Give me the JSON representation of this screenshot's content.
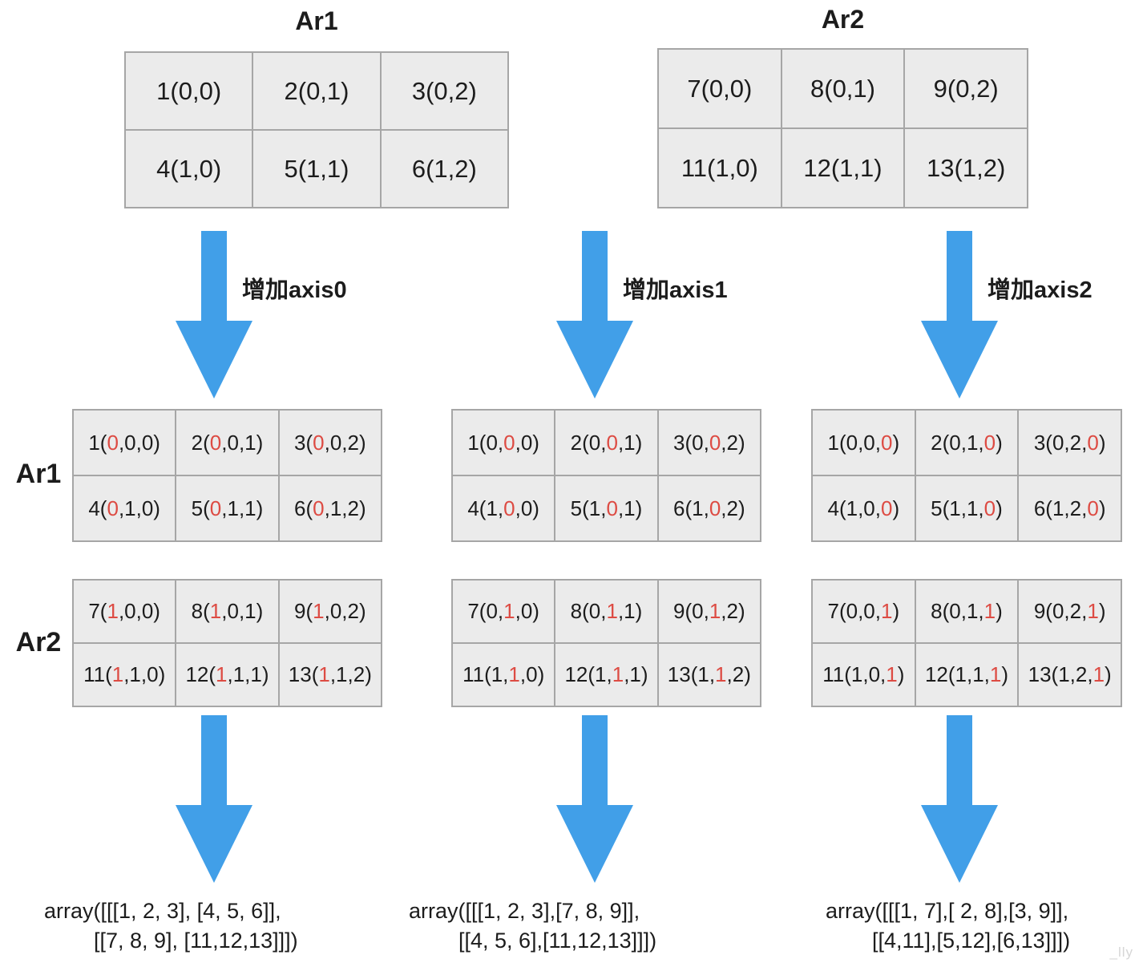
{
  "titles": {
    "ar1": "Ar1",
    "ar2": "Ar2"
  },
  "row_labels": {
    "ar1": "Ar1",
    "ar2": "Ar2"
  },
  "arrow_labels": [
    "增加axis0",
    "增加axis1",
    "增加axis2"
  ],
  "colors": {
    "arrow_blue": "#419fe8",
    "cell_background": "#ebebeb",
    "cell_border": "#a6a6a6",
    "highlight_red": "#dd4b43",
    "text_black": "#1c1c1c"
  },
  "tables": {
    "top_ar1": {
      "rows": [
        [
          "1(0,0)",
          "2(0,1)",
          "3(0,2)"
        ],
        [
          "4(1,0)",
          "5(1,1)",
          "6(1,2)"
        ]
      ]
    },
    "top_ar2": {
      "rows": [
        [
          "7(0,0)",
          "8(0,1)",
          "9(0,2)"
        ],
        [
          "11(1,0)",
          "12(1,1)",
          "13(1,2)"
        ]
      ]
    },
    "axis0_ar1": {
      "rows": [
        [
          {
            "pre": "1(",
            "red": "0",
            "post": ",0,0)"
          },
          {
            "pre": "2(",
            "red": "0",
            "post": ",0,1)"
          },
          {
            "pre": "3(",
            "red": "0",
            "post": ",0,2)"
          }
        ],
        [
          {
            "pre": "4(",
            "red": "0",
            "post": ",1,0)"
          },
          {
            "pre": "5(",
            "red": "0",
            "post": ",1,1)"
          },
          {
            "pre": "6(",
            "red": "0",
            "post": ",1,2)"
          }
        ]
      ]
    },
    "axis0_ar2": {
      "rows": [
        [
          {
            "pre": "7(",
            "red": "1",
            "post": ",0,0)"
          },
          {
            "pre": "8(",
            "red": "1",
            "post": ",0,1)"
          },
          {
            "pre": "9(",
            "red": "1",
            "post": ",0,2)"
          }
        ],
        [
          {
            "pre": "11(",
            "red": "1",
            "post": ",1,0)"
          },
          {
            "pre": "12(",
            "red": "1",
            "post": ",1,1)"
          },
          {
            "pre": "13(",
            "red": "1",
            "post": ",1,2)"
          }
        ]
      ]
    },
    "axis1_ar1": {
      "rows": [
        [
          {
            "pre": "1(0,",
            "red": "0",
            "post": ",0)"
          },
          {
            "pre": "2(0,",
            "red": "0",
            "post": ",1)"
          },
          {
            "pre": "3(0,",
            "red": "0",
            "post": ",2)"
          }
        ],
        [
          {
            "pre": "4(1,",
            "red": "0",
            "post": ",0)"
          },
          {
            "pre": "5(1,",
            "red": "0",
            "post": ",1)"
          },
          {
            "pre": "6(1,",
            "red": "0",
            "post": ",2)"
          }
        ]
      ]
    },
    "axis1_ar2": {
      "rows": [
        [
          {
            "pre": "7(0,",
            "red": "1",
            "post": ",0)"
          },
          {
            "pre": "8(0,",
            "red": "1",
            "post": ",1)"
          },
          {
            "pre": "9(0,",
            "red": "1",
            "post": ",2)"
          }
        ],
        [
          {
            "pre": "11(1,",
            "red": "1",
            "post": ",0)"
          },
          {
            "pre": "12(1,",
            "red": "1",
            "post": ",1)"
          },
          {
            "pre": "13(1,",
            "red": "1",
            "post": ",2)"
          }
        ]
      ]
    },
    "axis2_ar1": {
      "rows": [
        [
          {
            "pre": "1(0,0,",
            "red": "0",
            "post": ")"
          },
          {
            "pre": "2(0,1,",
            "red": "0",
            "post": ")"
          },
          {
            "pre": "3(0,2,",
            "red": "0",
            "post": ")"
          }
        ],
        [
          {
            "pre": "4(1,0,",
            "red": "0",
            "post": ")"
          },
          {
            "pre": "5(1,1,",
            "red": "0",
            "post": ")"
          },
          {
            "pre": "6(1,2,",
            "red": "0",
            "post": ")"
          }
        ]
      ]
    },
    "axis2_ar2": {
      "rows": [
        [
          {
            "pre": "7(0,0,",
            "red": "1",
            "post": ")"
          },
          {
            "pre": "8(0,1,",
            "red": "1",
            "post": ")"
          },
          {
            "pre": "9(0,2,",
            "red": "1",
            "post": ")"
          }
        ],
        [
          {
            "pre": "11(1,0,",
            "red": "1",
            "post": ")"
          },
          {
            "pre": "12(1,1,",
            "red": "1",
            "post": ")"
          },
          {
            "pre": "13(1,2,",
            "red": "1",
            "post": ")"
          }
        ]
      ]
    }
  },
  "results": [
    {
      "line1": "array([[[1, 2, 3], [4, 5, 6]],",
      "line2": "[[7, 8, 9], [11,12,13]]])"
    },
    {
      "line1": "array([[[1, 2, 3],[7, 8, 9]],",
      "line2": "[[4, 5, 6],[11,12,13]]])"
    },
    {
      "line1": "array([[[1, 7],[ 2, 8],[3, 9]],",
      "line2": "[[4,11],[5,12],[6,13]]])"
    }
  ],
  "watermark": "_lly"
}
